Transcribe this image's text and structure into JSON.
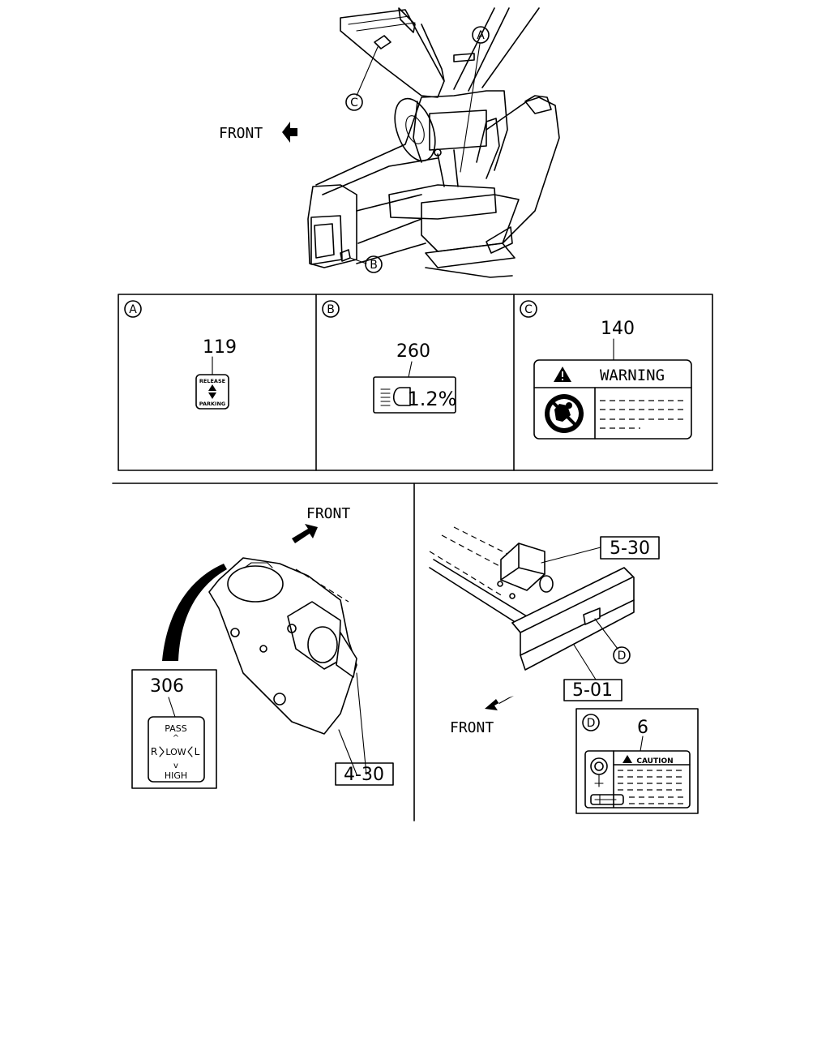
{
  "top_view": {
    "front_label": "FRONT",
    "callouts": {
      "a": "A",
      "b": "B",
      "c": "C"
    }
  },
  "panels": {
    "a": {
      "letter": "A",
      "part_no": "119",
      "label_top": "RELEASE",
      "label_bottom": "PARKING"
    },
    "b": {
      "letter": "B",
      "part_no": "260",
      "label_value": "1.2%"
    },
    "c": {
      "letter": "C",
      "part_no": "140",
      "label_title": "WARNING"
    }
  },
  "switch_view": {
    "front_label": "FRONT",
    "part_no": "306",
    "label_pass": "PASS",
    "label_r": "R",
    "label_low": "LOW",
    "label_l": "L",
    "label_high": "HIGH",
    "ref": "4-30"
  },
  "frame_view": {
    "front_label": "FRONT",
    "ref_top": "5-30",
    "ref_bottom": "5-01",
    "callout_d": "D",
    "detail": {
      "letter": "D",
      "part_no": "6",
      "label_title": "CAUTION"
    }
  }
}
